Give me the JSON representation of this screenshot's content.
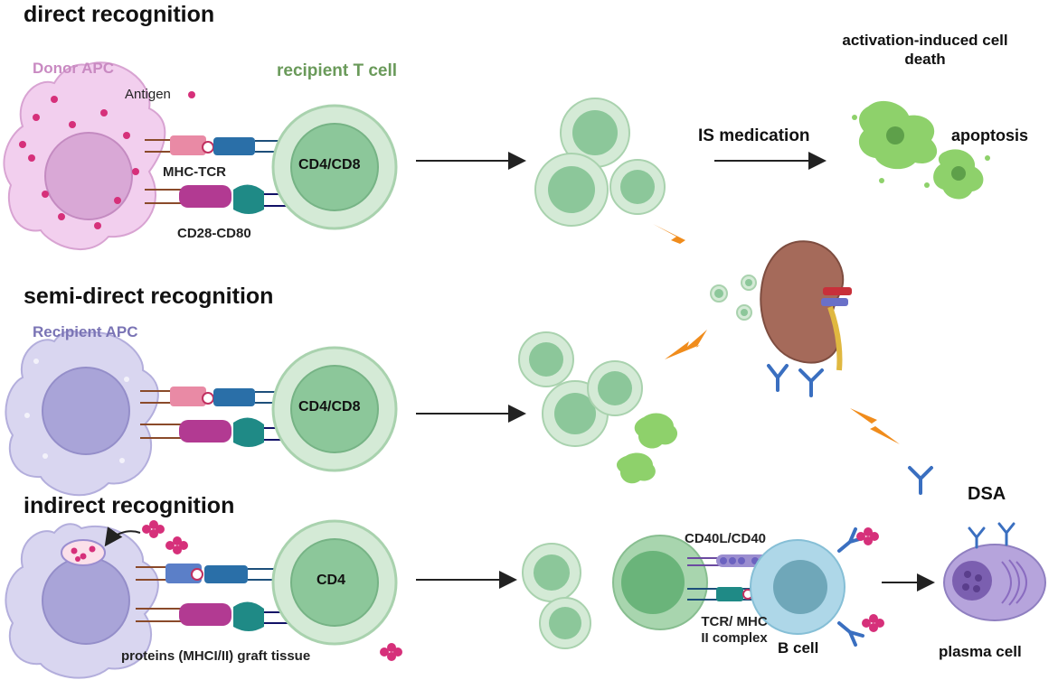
{
  "direct": {
    "title": "direct recognition",
    "donor_apc": "Donor APC",
    "recipient_t": "recipient T cell",
    "antigen": "Antigen",
    "mhc_tcr": "MHC-TCR",
    "cd28": "CD28-CD80",
    "cd4cd8": "CD4/CD8",
    "is_med": "IS medication",
    "aicd": "activation-induced cell death",
    "apoptosis": "apoptosis"
  },
  "semi": {
    "title": "semi-direct recognition",
    "recipient_apc": "Recipient APC",
    "cd4cd8": "CD4/CD8"
  },
  "indirect": {
    "title": "indirect recognition",
    "cd4": "CD4",
    "proteins": "proteins (MHCI/II) graft tissue",
    "cd40": "CD40L/CD40",
    "tcr_mhc": "TCR/ MHC II complex",
    "bcell": "B cell",
    "dsa": "DSA",
    "plasma": "plasma cell"
  },
  "colors": {
    "donor_apc": "#c98ac2",
    "recipient_label": "#6a9a5a",
    "recipient_apc_label": "#7a74b5",
    "tcell": "#cfe6d2",
    "tcell_core": "#8cc79a",
    "arrow": "#222222",
    "lightning": "#f08c1c"
  }
}
